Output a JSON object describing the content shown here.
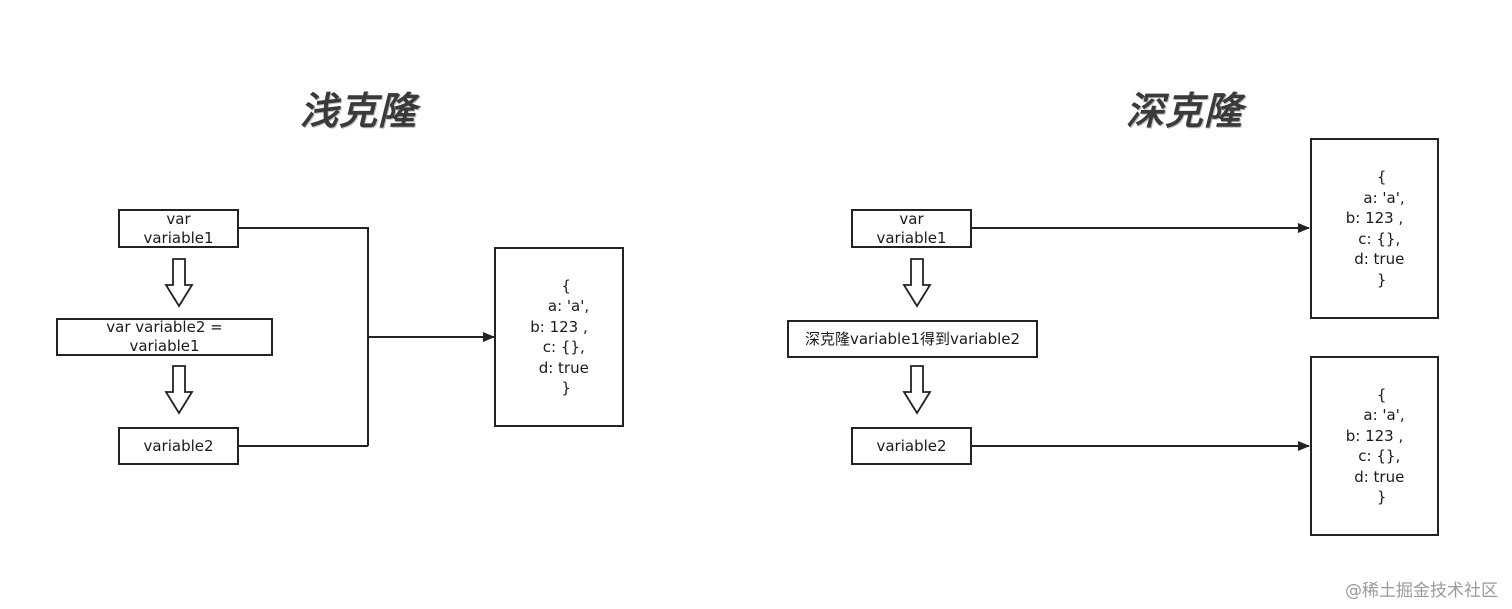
{
  "shallow": {
    "title": "浅克隆",
    "var1": "var\nvariable1",
    "assign": "var variable2 =\nvariable1",
    "var2": "variable2",
    "object": "   {\n    a: 'a',\nb: 123 ,\n  c: {},\n  d: true\n   }"
  },
  "deep": {
    "title": "深克隆",
    "var1": "var\nvariable1",
    "action": "深克隆variable1得到variable2",
    "var2": "variable2",
    "object1": "   {\n    a: 'a',\nb: 123 ,\n  c: {},\n  d: true\n   }",
    "object2": "   {\n    a: 'a',\nb: 123 ,\n  c: {},\n  d: true\n   }"
  },
  "watermark": "@稀土掘金技术社区",
  "icons": [
    "hollow-down-arrow-icon",
    "arrowhead-icon"
  ],
  "colors": {
    "stroke": "#222222",
    "title": "#3a3a3a",
    "watermark": "#9a9a9a"
  }
}
